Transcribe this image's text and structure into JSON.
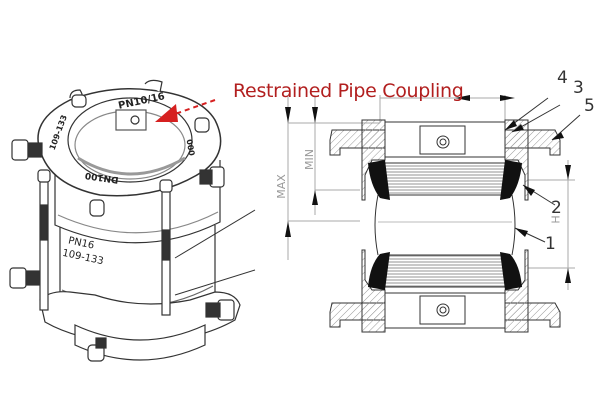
{
  "diagram": {
    "title": "Restrained Pipe Coupling",
    "title_color": "#b21f1f",
    "left_view": {
      "description": "isometric view of restrained pipe coupling",
      "markings": {
        "top_ring_1": "PN10/16",
        "top_ring_2": "109-133",
        "top_ring_3": "DN100",
        "top_ring_4": "000",
        "body_1": "PN16",
        "body_2": "109-133"
      }
    },
    "right_view": {
      "description": "cross-section of restrained pipe coupling",
      "dimension_labels": {
        "max": "MAX",
        "min": "MIN",
        "h": "H"
      },
      "callouts": [
        "1",
        "2",
        "3",
        "4",
        "5"
      ]
    }
  }
}
